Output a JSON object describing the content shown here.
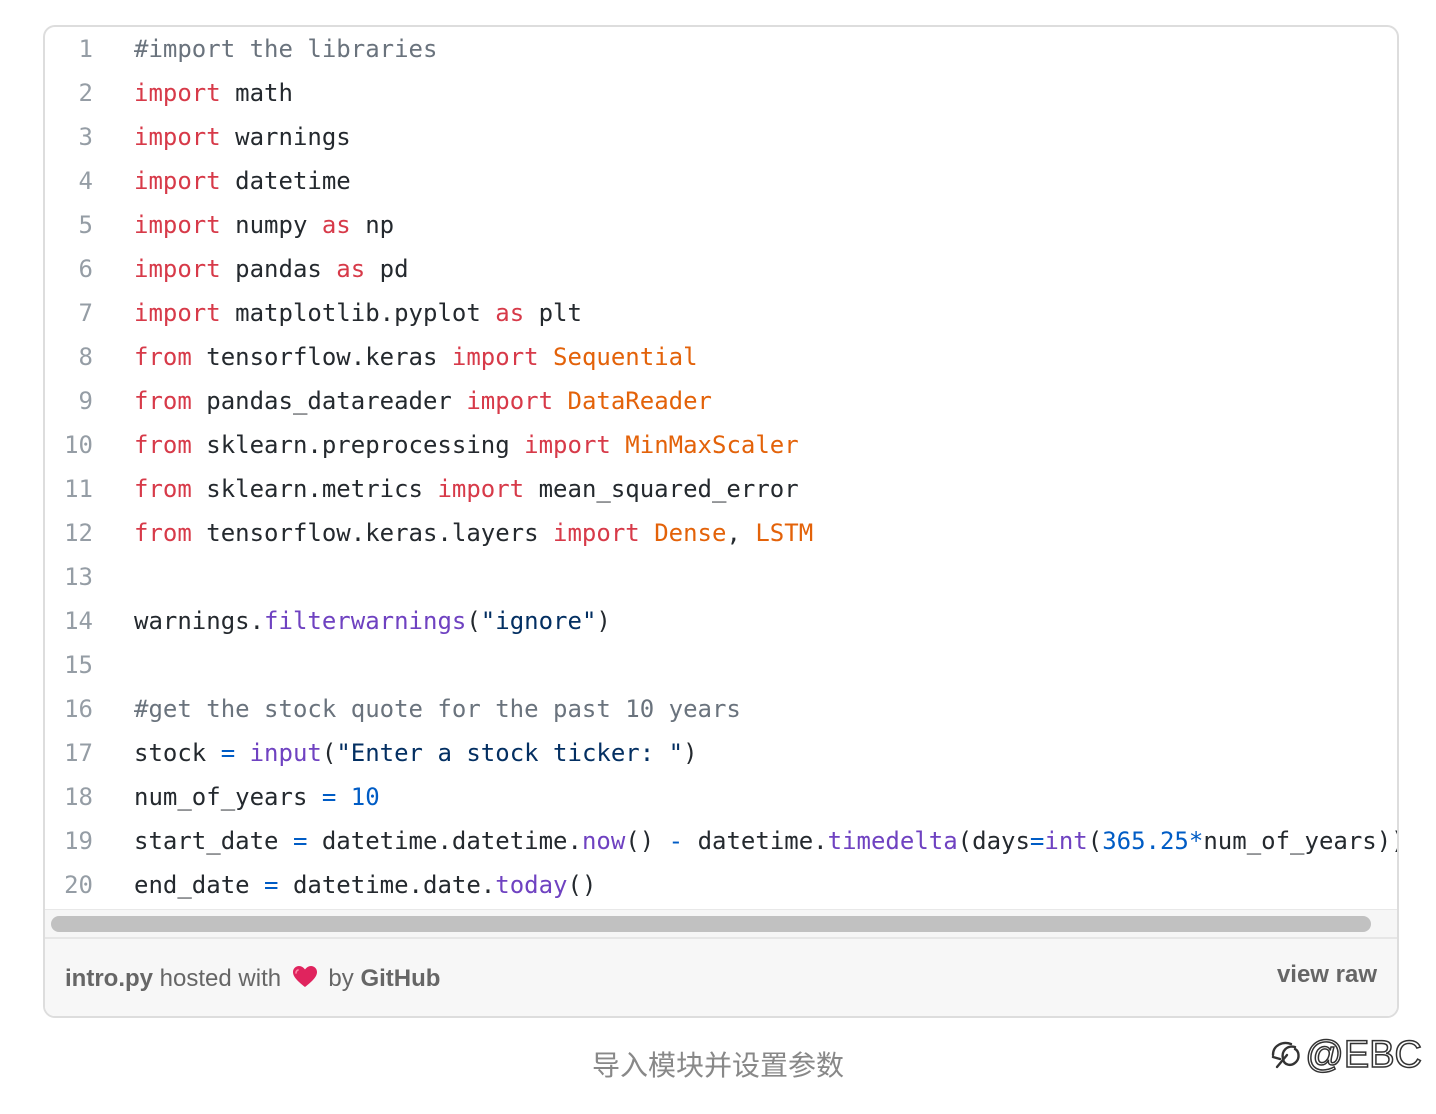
{
  "code": {
    "lines": [
      {
        "n": "1",
        "tokens": [
          {
            "t": "#import the libraries",
            "c": "com"
          }
        ]
      },
      {
        "n": "2",
        "tokens": [
          {
            "t": "import",
            "c": "kw"
          },
          {
            "t": " math",
            "c": "plain"
          }
        ]
      },
      {
        "n": "3",
        "tokens": [
          {
            "t": "import",
            "c": "kw"
          },
          {
            "t": " warnings",
            "c": "plain"
          }
        ]
      },
      {
        "n": "4",
        "tokens": [
          {
            "t": "import",
            "c": "kw"
          },
          {
            "t": " datetime",
            "c": "plain"
          }
        ]
      },
      {
        "n": "5",
        "tokens": [
          {
            "t": "import",
            "c": "kw"
          },
          {
            "t": " numpy ",
            "c": "plain"
          },
          {
            "t": "as",
            "c": "kw"
          },
          {
            "t": " np",
            "c": "plain"
          }
        ]
      },
      {
        "n": "6",
        "tokens": [
          {
            "t": "import",
            "c": "kw"
          },
          {
            "t": " pandas ",
            "c": "plain"
          },
          {
            "t": "as",
            "c": "kw"
          },
          {
            "t": " pd",
            "c": "plain"
          }
        ]
      },
      {
        "n": "7",
        "tokens": [
          {
            "t": "import",
            "c": "kw"
          },
          {
            "t": " matplotlib.pyplot ",
            "c": "plain"
          },
          {
            "t": "as",
            "c": "kw"
          },
          {
            "t": " plt",
            "c": "plain"
          }
        ]
      },
      {
        "n": "8",
        "tokens": [
          {
            "t": "from",
            "c": "kw"
          },
          {
            "t": " tensorflow.keras ",
            "c": "plain"
          },
          {
            "t": "import",
            "c": "kw"
          },
          {
            "t": " ",
            "c": "plain"
          },
          {
            "t": "Sequential",
            "c": "cls"
          }
        ]
      },
      {
        "n": "9",
        "tokens": [
          {
            "t": "from",
            "c": "kw"
          },
          {
            "t": " pandas_datareader ",
            "c": "plain"
          },
          {
            "t": "import",
            "c": "kw"
          },
          {
            "t": " ",
            "c": "plain"
          },
          {
            "t": "DataReader",
            "c": "cls"
          }
        ]
      },
      {
        "n": "10",
        "tokens": [
          {
            "t": "from",
            "c": "kw"
          },
          {
            "t": " sklearn.preprocessing ",
            "c": "plain"
          },
          {
            "t": "import",
            "c": "kw"
          },
          {
            "t": " ",
            "c": "plain"
          },
          {
            "t": "MinMaxScaler",
            "c": "cls"
          }
        ]
      },
      {
        "n": "11",
        "tokens": [
          {
            "t": "from",
            "c": "kw"
          },
          {
            "t": " sklearn.metrics ",
            "c": "plain"
          },
          {
            "t": "import",
            "c": "kw"
          },
          {
            "t": " mean_squared_error",
            "c": "plain"
          }
        ]
      },
      {
        "n": "12",
        "tokens": [
          {
            "t": "from",
            "c": "kw"
          },
          {
            "t": " tensorflow.keras.layers ",
            "c": "plain"
          },
          {
            "t": "import",
            "c": "kw"
          },
          {
            "t": " ",
            "c": "plain"
          },
          {
            "t": "Dense",
            "c": "cls"
          },
          {
            "t": ", ",
            "c": "plain"
          },
          {
            "t": "LSTM",
            "c": "cls"
          }
        ]
      },
      {
        "n": "13",
        "tokens": []
      },
      {
        "n": "14",
        "tokens": [
          {
            "t": "warnings.",
            "c": "plain"
          },
          {
            "t": "filterwarnings",
            "c": "fn"
          },
          {
            "t": "(",
            "c": "plain"
          },
          {
            "t": "\"ignore\"",
            "c": "str"
          },
          {
            "t": ")",
            "c": "plain"
          }
        ]
      },
      {
        "n": "15",
        "tokens": []
      },
      {
        "n": "16",
        "tokens": [
          {
            "t": "#get the stock quote for the past 10 years",
            "c": "com"
          }
        ]
      },
      {
        "n": "17",
        "tokens": [
          {
            "t": "stock ",
            "c": "plain"
          },
          {
            "t": "=",
            "c": "op"
          },
          {
            "t": " ",
            "c": "plain"
          },
          {
            "t": "input",
            "c": "fn"
          },
          {
            "t": "(",
            "c": "plain"
          },
          {
            "t": "\"Enter a stock ticker: \"",
            "c": "str"
          },
          {
            "t": ")",
            "c": "plain"
          }
        ]
      },
      {
        "n": "18",
        "tokens": [
          {
            "t": "num_of_years ",
            "c": "plain"
          },
          {
            "t": "=",
            "c": "op"
          },
          {
            "t": " ",
            "c": "plain"
          },
          {
            "t": "10",
            "c": "num"
          }
        ]
      },
      {
        "n": "19",
        "tokens": [
          {
            "t": "start_date ",
            "c": "plain"
          },
          {
            "t": "=",
            "c": "op"
          },
          {
            "t": " datetime.datetime.",
            "c": "plain"
          },
          {
            "t": "now",
            "c": "fn"
          },
          {
            "t": "() ",
            "c": "plain"
          },
          {
            "t": "-",
            "c": "op"
          },
          {
            "t": " datetime.",
            "c": "plain"
          },
          {
            "t": "timedelta",
            "c": "fn"
          },
          {
            "t": "(days",
            "c": "plain"
          },
          {
            "t": "=",
            "c": "op"
          },
          {
            "t": "int",
            "c": "fn"
          },
          {
            "t": "(",
            "c": "plain"
          },
          {
            "t": "365.25",
            "c": "num"
          },
          {
            "t": "*",
            "c": "op"
          },
          {
            "t": "num_of_years))",
            "c": "plain"
          }
        ]
      },
      {
        "n": "20",
        "tokens": [
          {
            "t": "end_date ",
            "c": "plain"
          },
          {
            "t": "=",
            "c": "op"
          },
          {
            "t": " datetime.date.",
            "c": "plain"
          },
          {
            "t": "today",
            "c": "fn"
          },
          {
            "t": "()",
            "c": "plain"
          }
        ]
      }
    ]
  },
  "footer": {
    "filename": "intro.py",
    "hosted_with": "hosted with",
    "by": "by",
    "github": "GitHub",
    "view_raw": "view raw"
  },
  "caption": "导入模块并设置参数",
  "watermark": "@EBC",
  "colors": {
    "keyword": "#d73a49",
    "class": "#e36209",
    "function": "#6f42c1",
    "string": "#032f62",
    "number": "#005cc5",
    "comment": "#6a737d",
    "heart": "#e0245e"
  }
}
